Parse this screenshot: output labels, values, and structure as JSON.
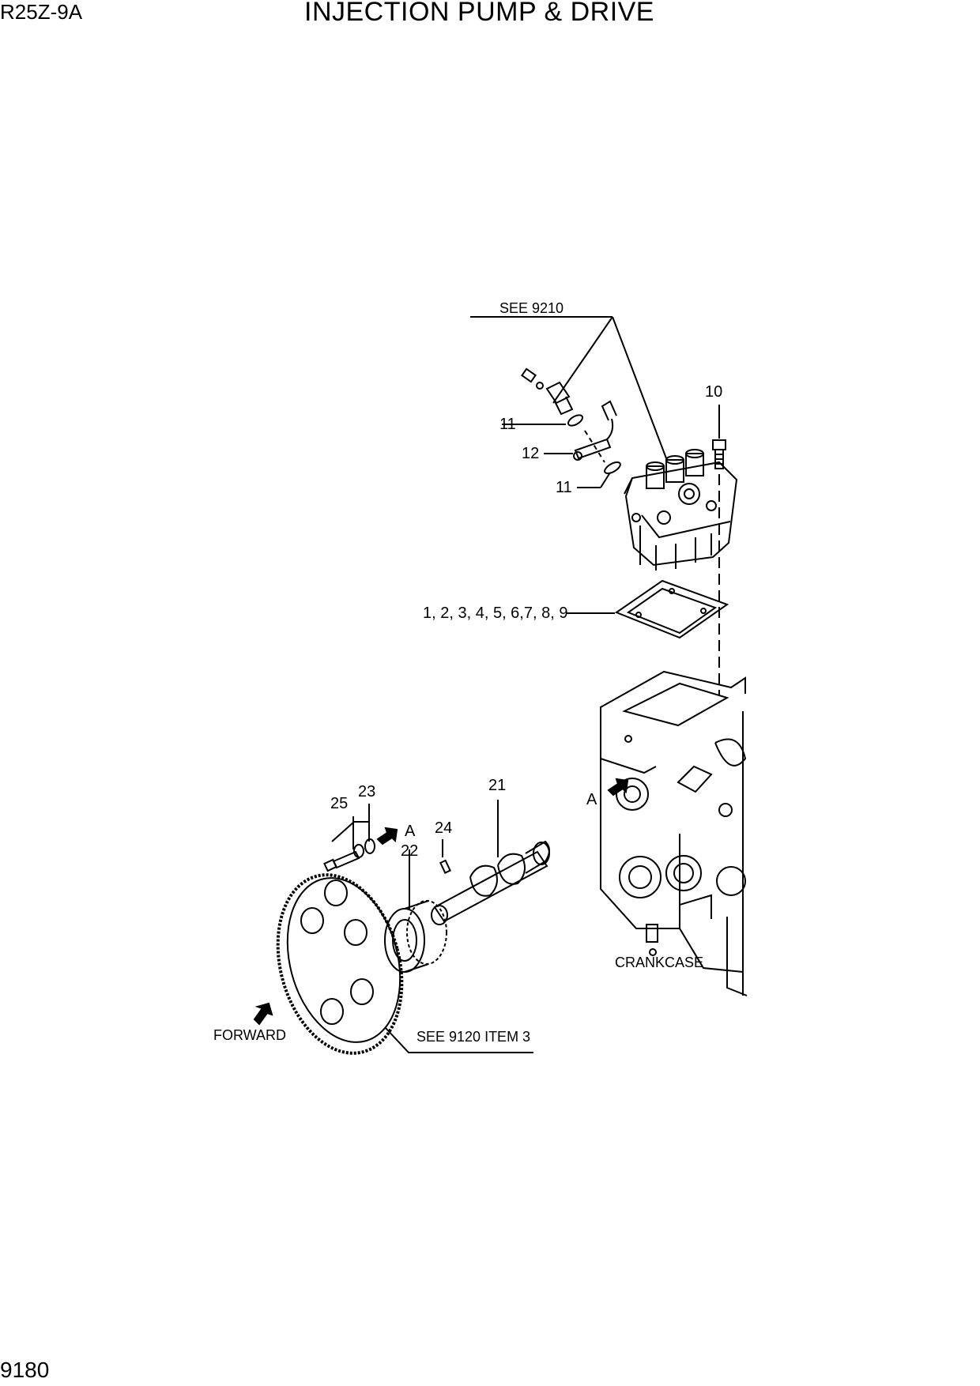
{
  "header": {
    "model_code": "R25Z-9A",
    "title": "INJECTION PUMP & DRIVE"
  },
  "footer": {
    "page_number": "9180"
  },
  "callouts": {
    "see_9210": "SEE 9210",
    "item_10": "10",
    "item_11a": "11",
    "item_12": "12",
    "item_11b": "11",
    "items_1_9": "1, 2, 3, 4, 5, 6,7, 8, 9",
    "item_21": "21",
    "item_23": "23",
    "item_25": "25",
    "item_24": "24",
    "item_22": "22",
    "view_a_left": "A",
    "view_a_right": "A",
    "crankcase": "CRANKCASE",
    "forward": "FORWARD",
    "see_9120": "SEE 9120 ITEM 3"
  }
}
